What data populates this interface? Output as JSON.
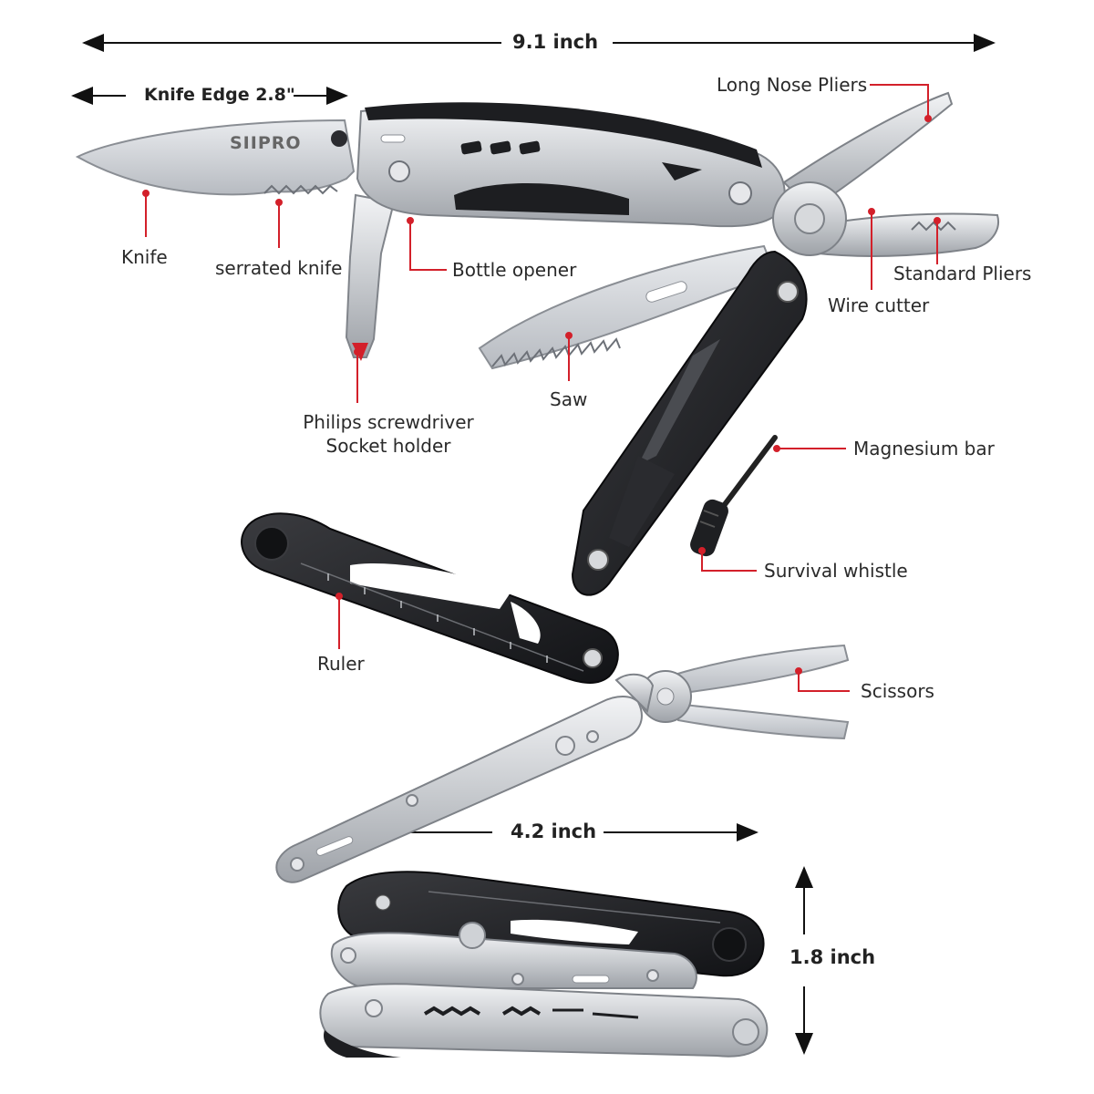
{
  "brand": "SIIPRO",
  "dimensions": {
    "overall_length": "9.1 inch",
    "knife_edge": "Knife Edge 2.8\"",
    "closed_length": "4.2 inch",
    "closed_height": "1.8 inch"
  },
  "callouts": {
    "knife": "Knife",
    "serrated_knife": "serrated knife",
    "bottle_opener": "Bottle opener",
    "long_nose_pliers": "Long Nose Pliers",
    "standard_pliers": "Standard Pliers",
    "wire_cutter": "Wire cutter",
    "saw": "Saw",
    "screwdriver_line1": "Philips screwdriver",
    "screwdriver_line2": "Socket holder",
    "magnesium_bar": "Magnesium bar",
    "survival_whistle": "Survival whistle",
    "ruler": "Ruler",
    "scissors": "Scissors"
  },
  "colors": {
    "callout_red": "#d3202a",
    "steel": "#c9ccd0",
    "dark_handle": "#1e1f22"
  }
}
